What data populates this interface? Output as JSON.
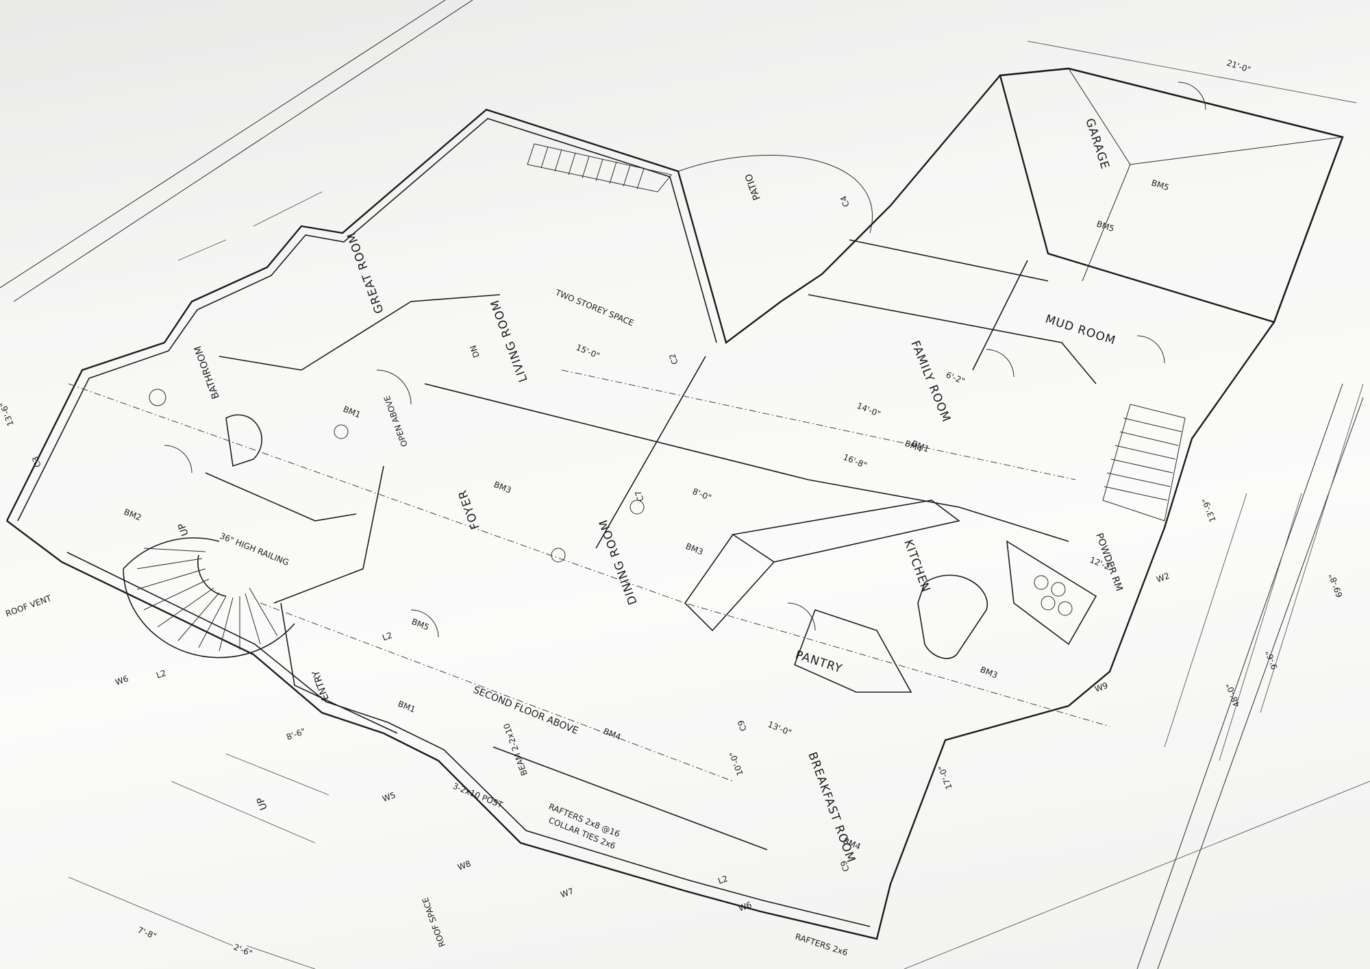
{
  "rooms": {
    "family_room": "FAMILY ROOM",
    "mud_room": "MUD ROOM",
    "garage": "GARAGE",
    "kitchen": "KITCHEN",
    "pantry": "PANTRY",
    "breakfast_room": "BREAKFAST ROOM",
    "dining_room": "DINING ROOM",
    "living_room": "LIVING ROOM",
    "foyer": "FOYER",
    "great_room": "GREAT ROOM",
    "bathroom": "BATHROOM",
    "patio": "PATIO",
    "powder_rm": "POWDER RM",
    "entry": "ENTRY"
  },
  "notes": {
    "second_floor_above": "SECOND FLOOR ABOVE",
    "rafters_2x8": "RAFTERS 2x8 @16",
    "rafters_bottom": "RAFTERS 2x6",
    "collar_ties": "COLLAR TIES 2x6",
    "beam": "BEAM 2-2x10",
    "post": "3-2x10 POST",
    "high_railing": "36\" HIGH RAILING",
    "two_storey": "TWO STOREY SPACE",
    "open_above": "OPEN ABOVE",
    "up": "UP",
    "up2": "UP",
    "dn": "DN",
    "roof_vent": "ROOF VENT",
    "roof_space": "ROOF SPACE"
  },
  "beams": [
    "BM1",
    "BM2",
    "BM3",
    "BM3",
    "BM3",
    "BM4",
    "BM4",
    "BM4",
    "BM5",
    "BM5",
    "BM5",
    "BM1",
    "BM1"
  ],
  "tags": [
    "C9",
    "C9",
    "C7",
    "L2",
    "L2",
    "L2",
    "W6",
    "W7",
    "W6",
    "W8",
    "W5",
    "W9",
    "W2",
    "C4",
    "C2",
    "C3"
  ],
  "dimensions": {
    "d1": "15'-0\"",
    "d2": "16'-8\"",
    "d3": "8'-0\"",
    "d4": "10'-0\"",
    "d5": "17'-0\"",
    "d6": "12'-2\"",
    "d7": "13'-9\"",
    "d8": "48'-0\"",
    "d9": "69'-8\"",
    "d10": "9'-6\"",
    "d11": "21'-0\"",
    "d12": "8'-6\"",
    "d13": "7'-8\"",
    "d14": "2'-6\"",
    "d15": "13'-0\"",
    "d16": "6'-2\"",
    "d17": "14'-0\"",
    "d18": "13'-6\""
  }
}
